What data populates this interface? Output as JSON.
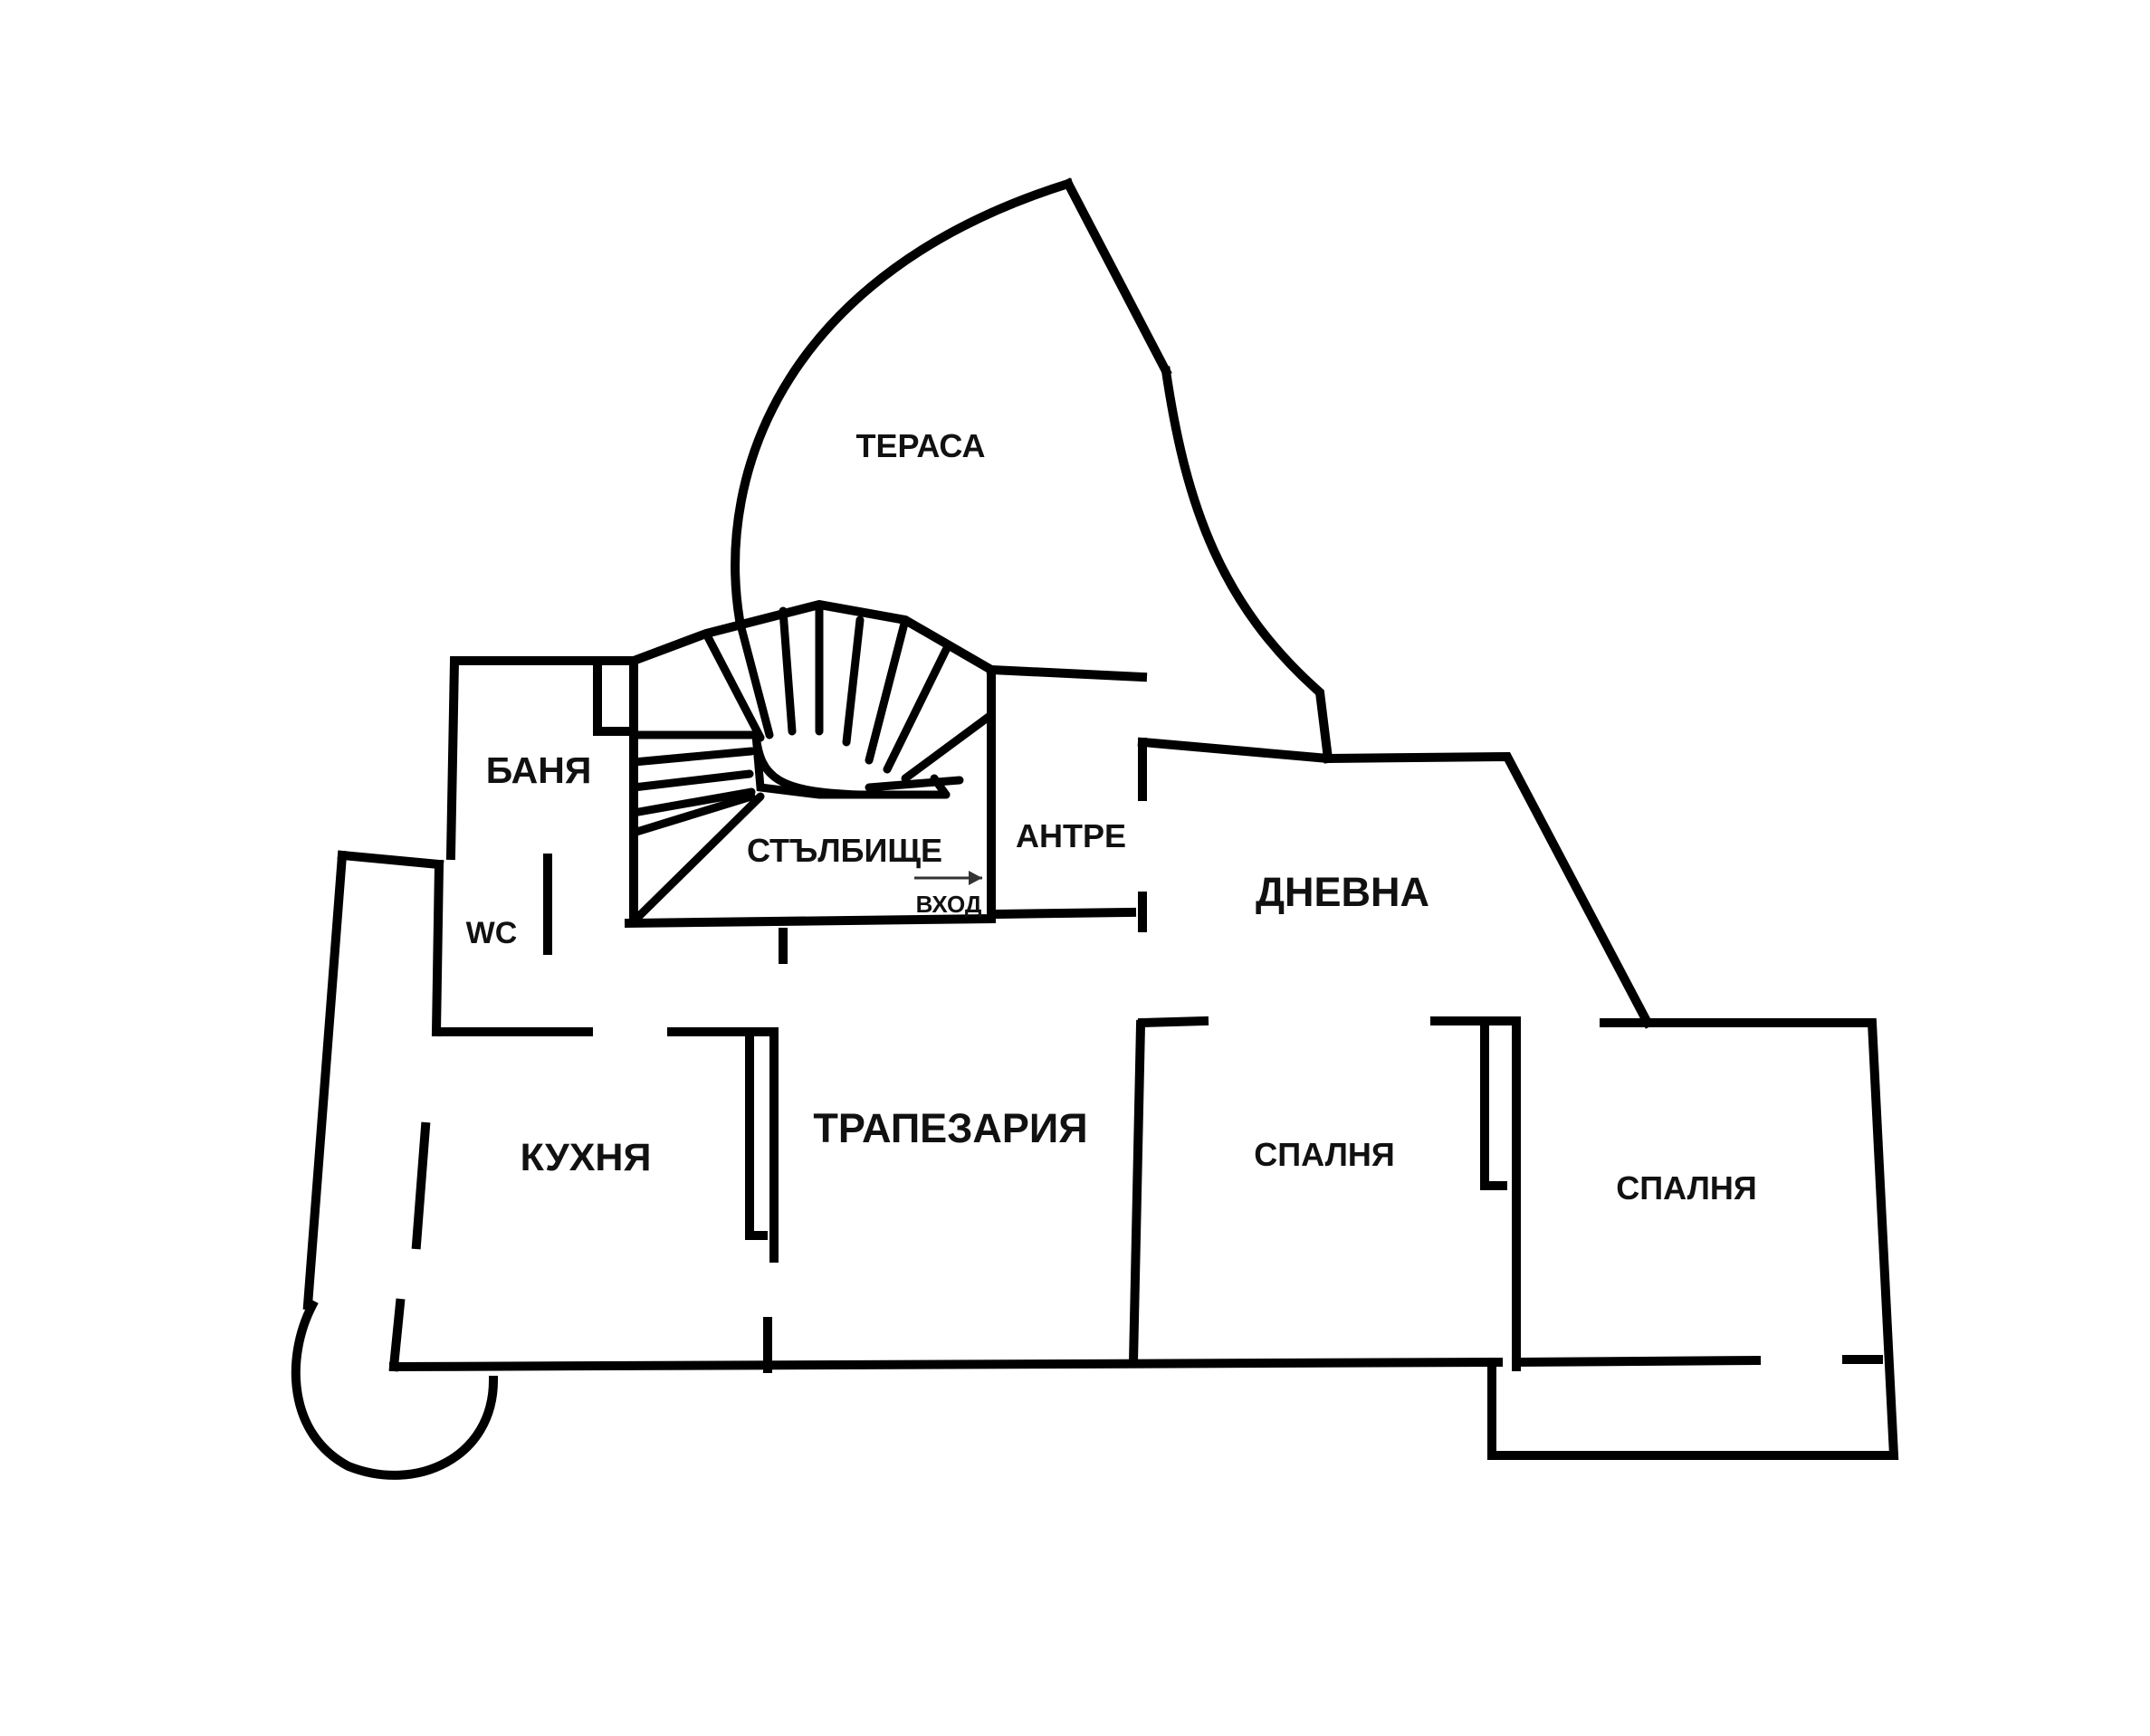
{
  "colors": {
    "wall": "#000000",
    "text": "#111111",
    "background": "#ffffff"
  },
  "rooms": {
    "terrace": "ТЕРАСА",
    "bathroom": "БАНЯ",
    "staircase": "СТЪЛБИЩЕ",
    "hall": "АНТРЕ",
    "living_room": "ДНЕВНА",
    "wc": "WC",
    "kitchen": "КУХНЯ",
    "dining_room": "ТРАПЕЗАРИЯ",
    "bedroom_1": "СПАЛНЯ",
    "bedroom_2": "СПАЛНЯ"
  },
  "entrance": {
    "label": "ВХОД",
    "icon": "arrow-right-icon"
  }
}
